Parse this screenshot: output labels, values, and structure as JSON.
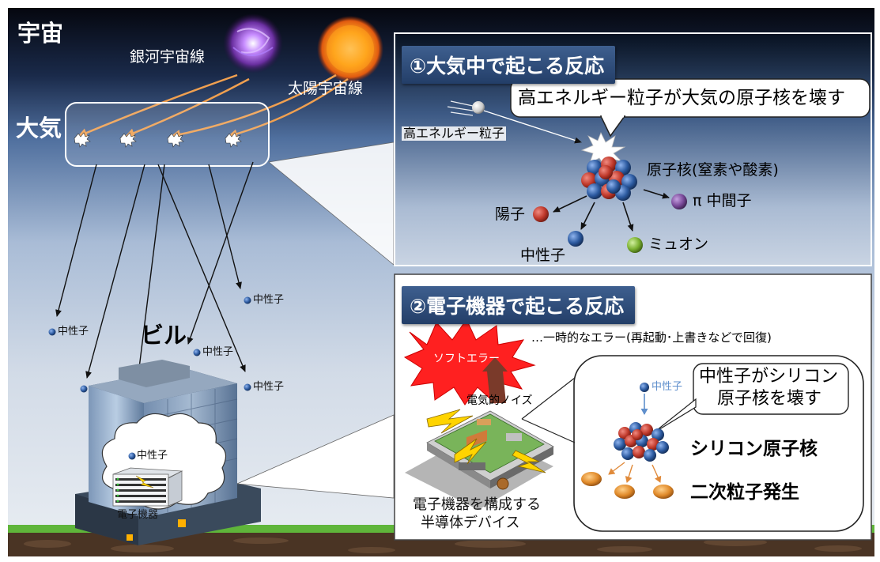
{
  "labels": {
    "space": "宇宙",
    "galactic_cosmic_rays": "銀河宇宙線",
    "solar_cosmic_rays": "太陽宇宙線",
    "atmosphere": "大気",
    "building": "ビル",
    "neutron": "中性子",
    "electronic_device": "電子機器"
  },
  "panel1": {
    "title": "①大気中で起こる反応",
    "callout": "高エネルギー粒子が大気の原子核を壊す",
    "high_energy_particle": "高エネルギー粒子",
    "nucleus": "原子核(窒素や酸素)",
    "pion": "π 中間子",
    "proton": "陽子",
    "neutron": "中性子",
    "muon": "ミュオン"
  },
  "panel2": {
    "title": "②電子機器で起こる反応",
    "soft_error": "ソフトエラー",
    "soft_error_note": "…一時的なエラー(再起動･上書きなどで回復)",
    "electrical_noise": "電気的ノイズ",
    "device_caption_line1": "電子機器を構成する",
    "device_caption_line2": "半導体デバイス",
    "neutron": "中性子",
    "callout_line1": "中性子がシリコン",
    "callout_line2": "原子核を壊す",
    "silicon_nucleus": "シリコン原子核",
    "secondary_particles": "二次粒子発生"
  },
  "colors": {
    "proton": "#c0392b",
    "neutron": "#2c5aa0",
    "pion": "#7a4a9a",
    "muon": "#7ab030",
    "cosmic_ray_arrow": "#f0a050",
    "ground_grass": "#5fb53a",
    "title_bar": "#2b4a78"
  }
}
